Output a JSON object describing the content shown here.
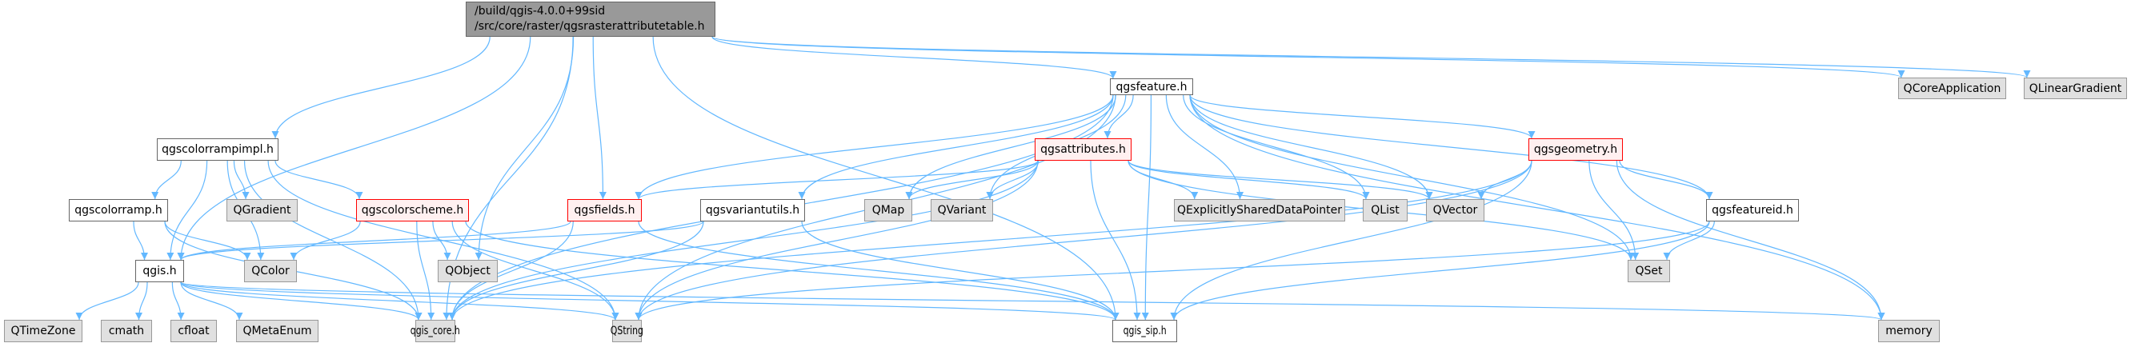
{
  "graph": {
    "title_line1": "/build/qgis-4.0.0+99sid",
    "title_line2": "/src/core/raster/qgsrasterattributetable.h",
    "colors": {
      "edge": "#63b8ff",
      "root_fill": "#999999",
      "documented_border": "#666666",
      "external_fill": "#e0e0e0",
      "truncated_border": "#ff0000",
      "truncated_fill": "#fff0f0"
    },
    "nodes": [
      {
        "id": "root",
        "label": "/build/qgis-4.0.0+99sid /src/core/raster/qgsrasterattributetable.h",
        "kind": "root"
      },
      {
        "id": "qgsfeature",
        "label": "qgsfeature.h",
        "kind": "doc"
      },
      {
        "id": "QCoreApplication",
        "label": "QCoreApplication",
        "kind": "ext"
      },
      {
        "id": "QLinearGradient",
        "label": "QLinearGradient",
        "kind": "ext"
      },
      {
        "id": "qgscolorrampimpl",
        "label": "qgscolorrampimpl.h",
        "kind": "doc"
      },
      {
        "id": "qgsattributes",
        "label": "qgsattributes.h",
        "kind": "trunc"
      },
      {
        "id": "qgsgeometry",
        "label": "qgsgeometry.h",
        "kind": "trunc"
      },
      {
        "id": "qgscolorramp",
        "label": "qgscolorramp.h",
        "kind": "doc"
      },
      {
        "id": "QGradient",
        "label": "QGradient",
        "kind": "ext"
      },
      {
        "id": "qgscolorscheme",
        "label": "qgscolorscheme.h",
        "kind": "trunc"
      },
      {
        "id": "qgsfields",
        "label": "qgsfields.h",
        "kind": "trunc"
      },
      {
        "id": "qgsvariantutils",
        "label": "qgsvariantutils.h",
        "kind": "doc"
      },
      {
        "id": "QMap",
        "label": "QMap",
        "kind": "ext"
      },
      {
        "id": "QVariant",
        "label": "QVariant",
        "kind": "ext"
      },
      {
        "id": "QExplicitlySharedDataPointer",
        "label": "QExplicitlySharedDataPointer",
        "kind": "ext"
      },
      {
        "id": "QList",
        "label": "QList",
        "kind": "ext"
      },
      {
        "id": "QVector",
        "label": "QVector",
        "kind": "ext"
      },
      {
        "id": "qgsfeatureid",
        "label": "qgsfeatureid.h",
        "kind": "doc"
      },
      {
        "id": "qgis",
        "label": "qgis.h",
        "kind": "doc"
      },
      {
        "id": "QColor",
        "label": "QColor",
        "kind": "ext"
      },
      {
        "id": "QObject",
        "label": "QObject",
        "kind": "ext"
      },
      {
        "id": "QSet",
        "label": "QSet",
        "kind": "ext"
      },
      {
        "id": "QTimeZone",
        "label": "QTimeZone",
        "kind": "ext"
      },
      {
        "id": "cmath",
        "label": "cmath",
        "kind": "ext"
      },
      {
        "id": "cfloat",
        "label": "cfloat",
        "kind": "ext"
      },
      {
        "id": "QMetaEnum",
        "label": "QMetaEnum",
        "kind": "ext"
      },
      {
        "id": "qgis_core",
        "label": "qgis_core.h",
        "kind": "ext"
      },
      {
        "id": "QString",
        "label": "QString",
        "kind": "ext"
      },
      {
        "id": "qgis_sip",
        "label": "qgis_sip.h",
        "kind": "doc"
      },
      {
        "id": "memory",
        "label": "memory",
        "kind": "ext"
      }
    ],
    "edges": [
      [
        "root",
        "qgsfeature"
      ],
      [
        "root",
        "QCoreApplication"
      ],
      [
        "root",
        "QLinearGradient"
      ],
      [
        "root",
        "qgscolorrampimpl"
      ],
      [
        "root",
        "qgsfields"
      ],
      [
        "root",
        "QObject"
      ],
      [
        "root",
        "qgis"
      ],
      [
        "root",
        "qgis_core"
      ],
      [
        "root",
        "qgis_sip"
      ],
      [
        "qgsfeature",
        "qgsattributes"
      ],
      [
        "qgsfeature",
        "qgsgeometry"
      ],
      [
        "qgsfeature",
        "qgsfields"
      ],
      [
        "qgsfeature",
        "qgsvariantutils"
      ],
      [
        "qgsfeature",
        "QMap"
      ],
      [
        "qgsfeature",
        "QVariant"
      ],
      [
        "qgsfeature",
        "QExplicitlySharedDataPointer"
      ],
      [
        "qgsfeature",
        "QList"
      ],
      [
        "qgsfeature",
        "QVector"
      ],
      [
        "qgsfeature",
        "qgsfeatureid"
      ],
      [
        "qgsfeature",
        "QSet"
      ],
      [
        "qgsfeature",
        "qgis_core"
      ],
      [
        "qgsfeature",
        "QString"
      ],
      [
        "qgsfeature",
        "qgis_sip"
      ],
      [
        "qgsfeature",
        "memory"
      ],
      [
        "qgscolorrampimpl",
        "qgscolorramp"
      ],
      [
        "qgscolorrampimpl",
        "QGradient"
      ],
      [
        "qgscolorrampimpl",
        "qgscolorscheme"
      ],
      [
        "qgscolorrampimpl",
        "QColor"
      ],
      [
        "qgscolorrampimpl",
        "qgis"
      ],
      [
        "qgscolorrampimpl",
        "qgis_core"
      ],
      [
        "qgscolorrampimpl",
        "QString"
      ],
      [
        "qgscolorramp",
        "qgis"
      ],
      [
        "qgscolorramp",
        "QColor"
      ],
      [
        "qgscolorramp",
        "qgis_core"
      ],
      [
        "qgscolorscheme",
        "QColor"
      ],
      [
        "qgscolorscheme",
        "QObject"
      ],
      [
        "qgscolorscheme",
        "qgis_core"
      ],
      [
        "qgscolorscheme",
        "QString"
      ],
      [
        "qgscolorscheme",
        "qgis_sip"
      ],
      [
        "qgsattributes",
        "qgsfields"
      ],
      [
        "qgsattributes",
        "QMap"
      ],
      [
        "qgsattributes",
        "QVariant"
      ],
      [
        "qgsattributes",
        "QExplicitlySharedDataPointer"
      ],
      [
        "qgsattributes",
        "QList"
      ],
      [
        "qgsattributes",
        "QVector"
      ],
      [
        "qgsattributes",
        "QSet"
      ],
      [
        "qgsattributes",
        "qgis_core"
      ],
      [
        "qgsattributes",
        "QString"
      ],
      [
        "qgsattributes",
        "qgis_sip"
      ],
      [
        "qgsgeometry",
        "QVector"
      ],
      [
        "qgsgeometry",
        "qgsfeatureid"
      ],
      [
        "qgsgeometry",
        "QSet"
      ],
      [
        "qgsgeometry",
        "memory"
      ],
      [
        "qgsgeometry",
        "qgis_core"
      ],
      [
        "qgsgeometry",
        "QString"
      ],
      [
        "qgsgeometry",
        "qgis_sip"
      ],
      [
        "qgsfields",
        "qgis"
      ],
      [
        "qgsfields",
        "qgis_core"
      ],
      [
        "qgsfields",
        "qgis_sip"
      ],
      [
        "qgsvariantutils",
        "qgis"
      ],
      [
        "qgsvariantutils",
        "qgis_core"
      ],
      [
        "qgsvariantutils",
        "qgis_sip"
      ],
      [
        "qgsfeatureid",
        "QSet"
      ],
      [
        "qgsfeatureid",
        "QString"
      ],
      [
        "qgsfeatureid",
        "qgis_sip"
      ],
      [
        "qgis",
        "QTimeZone"
      ],
      [
        "qgis",
        "cmath"
      ],
      [
        "qgis",
        "cfloat"
      ],
      [
        "qgis",
        "QMetaEnum"
      ],
      [
        "qgis",
        "qgis_core"
      ],
      [
        "qgis",
        "QString"
      ],
      [
        "qgis",
        "qgis_sip"
      ],
      [
        "qgis",
        "memory"
      ]
    ]
  }
}
